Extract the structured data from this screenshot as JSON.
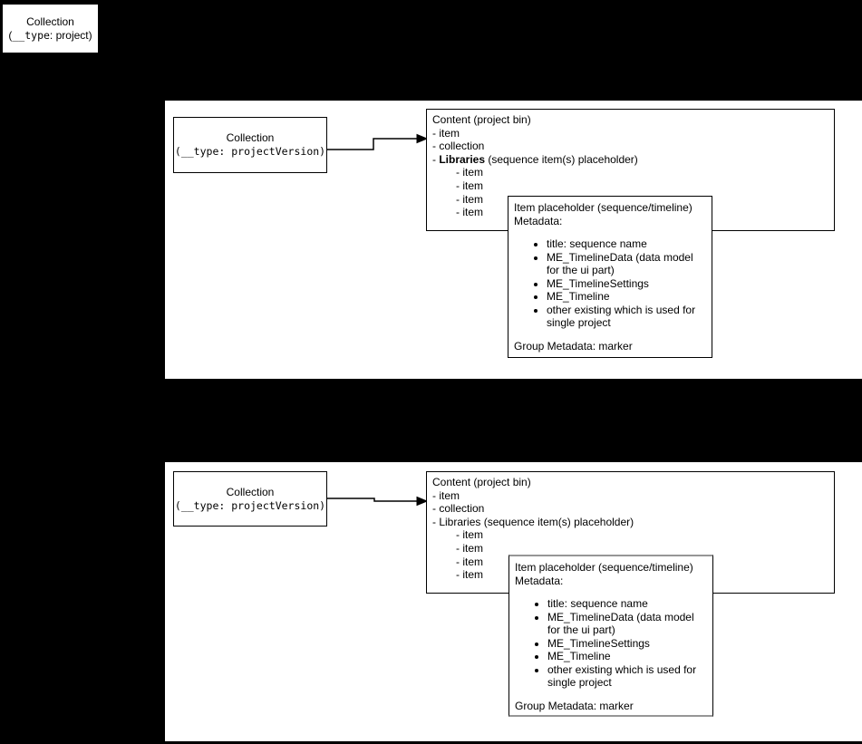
{
  "colors": {
    "canvas_background": "#000000",
    "panel_background": "#ffffff",
    "shape_border": "#000000",
    "muted_border": "#969696"
  },
  "root_box": {
    "title": "Collection",
    "type_prefix": "(",
    "type_key": "__type",
    "type_sep": ": ",
    "type_value": "project",
    "type_suffix": ")"
  },
  "panels": [
    {
      "collection_box": {
        "title": "Collection",
        "type_prefix": "(",
        "type_key": "__type",
        "type_sep": ": ",
        "type_value": "projectVersion",
        "type_suffix": ")"
      },
      "content_box": {
        "title": "Content (project bin)",
        "item_1": "- item",
        "item_2": "- collection",
        "libraries_prefix": "- ",
        "libraries_name": "Libraries",
        "libraries_suffix": " (sequence item(s) placeholder)",
        "sub_items": [
          "- item",
          "- item",
          "- item",
          "- item"
        ]
      },
      "item_box": {
        "title": "Item placeholder (sequence/timeline)",
        "metadata_label": "Metadata:",
        "bullets": [
          "title: sequence name",
          "ME_TimelineData (data model for the ui part)",
          "ME_TimelineSettings",
          "ME_Timeline",
          "other existing which is used for single project"
        ],
        "footer": "Group Metadata: marker"
      }
    },
    {
      "collection_box": {
        "title": "Collection",
        "type_prefix": "(",
        "type_key": "__type",
        "type_sep": ": ",
        "type_value": "projectVersion",
        "type_suffix": ")"
      },
      "content_box": {
        "title": "Content (project bin)",
        "item_1": "- item",
        "item_2": "- collection",
        "libraries_prefix": "- ",
        "libraries_name": "Libraries",
        "libraries_suffix": " (sequence item(s) placeholder)",
        "sub_items": [
          "- item",
          "- item",
          "- item",
          "- item"
        ]
      },
      "item_box": {
        "title": "Item placeholder (sequence/timeline)",
        "metadata_label": "Metadata:",
        "bullets": [
          "title: sequence name",
          "ME_TimelineData (data model for the ui part)",
          "ME_TimelineSettings",
          "ME_Timeline",
          "other existing which is used for single project"
        ],
        "footer": "Group Metadata: marker"
      }
    }
  ]
}
